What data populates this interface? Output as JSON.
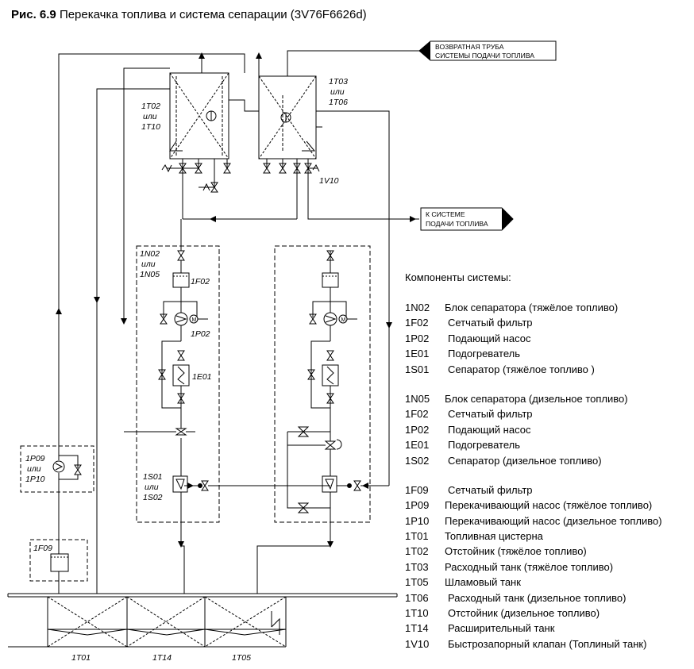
{
  "title": {
    "prefix": "Рис. 6.9",
    "text": "Перекачка топлива и система сепарации (3V76F6626d)"
  },
  "tags": {
    "return_line_1": "ВОЗВРАТНАЯ ТРУБА",
    "return_line_2": "СИСТЕМЫ ПОДАЧИ ТОПЛИВА",
    "to_supply_1": "К СИСТЕМЕ",
    "to_supply_2": "ПОДАЧИ ТОПЛИВА"
  },
  "labels": {
    "t02_1": "1T02",
    "t02_2": "или",
    "t02_3": "1T10",
    "t03_1": "1T03",
    "t03_2": "или",
    "t03_3": "1T06",
    "v10": "1V10",
    "n02_1": "1N02",
    "n02_2": "или",
    "n02_3": "1N05",
    "f02": "1F02",
    "p02": "1P02",
    "e01": "1E01",
    "p09_1": "1P09",
    "p09_2": "или",
    "p09_3": "1P10",
    "s01_1": "1S01",
    "s01_2": "или",
    "s01_3": "1S02",
    "f09": "1F09",
    "t01": "1T01",
    "t14": "1T14",
    "t05": "1T05",
    "motor": "M"
  },
  "legend": {
    "heading": "Компоненты системы:",
    "groups": [
      [
        {
          "code": "1N02",
          "desc": "Блок сепаратора (тяжёлое топливо)",
          "wide": false
        },
        {
          "code": "1F02",
          "desc": "Сетчатый фильтр",
          "wide": true
        },
        {
          "code": "1P02",
          "desc": "Подающий насос",
          "wide": true
        },
        {
          "code": "1E01",
          "desc": "Подогреватель",
          "wide": true
        },
        {
          "code": "1S01",
          "desc": "Сепаратор (тяжёлое топливо )",
          "wide": true
        }
      ],
      [
        {
          "code": "1N05",
          "desc": "Блок сепаратора (дизельное топливо)",
          "wide": false
        },
        {
          "code": "1F02",
          "desc": "Сетчатый фильтр",
          "wide": true
        },
        {
          "code": "1P02",
          "desc": "Подающий насос",
          "wide": true
        },
        {
          "code": "1E01",
          "desc": "Подогреватель",
          "wide": true
        },
        {
          "code": "1S02",
          "desc": "Сепаратор (дизельное топливо)",
          "wide": true
        }
      ],
      [
        {
          "code": "1F09",
          "desc": "Сетчатый фильтр",
          "wide": true
        },
        {
          "code": "1P09",
          "desc": "Перекачивающий насос (тяжёлое топливо)",
          "wide": false
        },
        {
          "code": "1P10",
          "desc": "Перекачивающий насос (дизельное топливо)",
          "wide": false
        },
        {
          "code": "1T01",
          "desc": "Топливная цистерна",
          "wide": false
        },
        {
          "code": "1T02",
          "desc": "Отстойник (тяжёлое топливо)",
          "wide": false
        },
        {
          "code": "1T03",
          "desc": "Расходный танк (тяжёлое топливо)",
          "wide": false
        },
        {
          "code": "1T05",
          "desc": "Шламовый танк",
          "wide": false
        },
        {
          "code": "1T06",
          "desc": "Расходный танк (дизельное топливо)",
          "wide": true
        },
        {
          "code": "1T10",
          "desc": "Отстойник (дизельное топливо)",
          "wide": true
        },
        {
          "code": "1T14",
          "desc": "Расширительный танк",
          "wide": true
        },
        {
          "code": "1V10",
          "desc": "Быстрозапорный клапан (Топлиный танк)",
          "wide": true
        }
      ]
    ]
  }
}
